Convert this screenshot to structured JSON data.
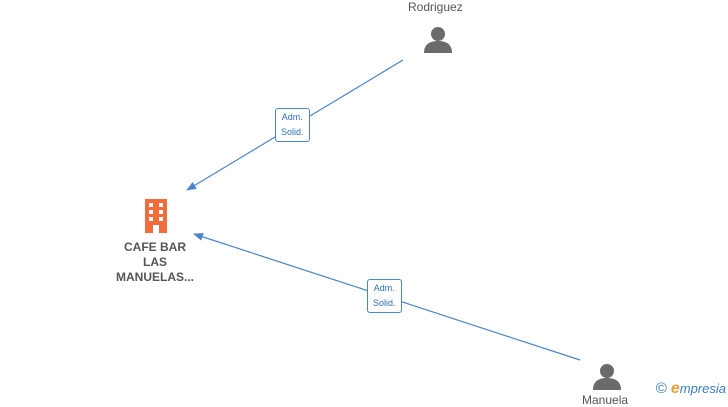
{
  "persons": [
    {
      "name": "Rodriguez"
    },
    {
      "name": "Manuela"
    }
  ],
  "company": {
    "line1": "CAFE BAR",
    "line2": "LAS",
    "line3": "MANUELAS..."
  },
  "edges": [
    {
      "line1": "Adm.",
      "line2": "Solid."
    },
    {
      "line1": "Adm.",
      "line2": "Solid."
    }
  ],
  "watermark": {
    "copyright": "©",
    "brand_first": "e",
    "brand_rest": "mpresia"
  },
  "colors": {
    "edge": "#4a86c8",
    "person_icon": "#6b6b6b",
    "company_icon": "#f26b3a"
  }
}
